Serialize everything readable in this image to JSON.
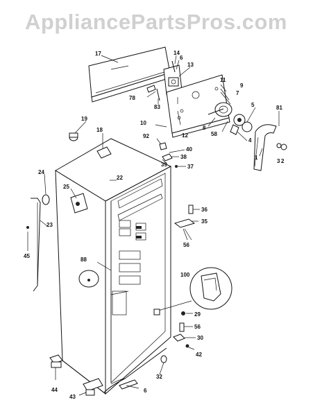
{
  "watermark": "AppliancePartsPros.com",
  "parts": [
    {
      "id": "p17",
      "label": "17"
    },
    {
      "id": "p14",
      "label": "14"
    },
    {
      "id": "p6a",
      "label": "6"
    },
    {
      "id": "p13",
      "label": "13"
    },
    {
      "id": "p78",
      "label": "78"
    },
    {
      "id": "p83",
      "label": "83"
    },
    {
      "id": "p11",
      "label": "11"
    },
    {
      "id": "p9",
      "label": "9"
    },
    {
      "id": "p7",
      "label": "7"
    },
    {
      "id": "p10",
      "label": "10"
    },
    {
      "id": "p12",
      "label": "12"
    },
    {
      "id": "p8",
      "label": "8"
    },
    {
      "id": "p58",
      "label": "58"
    },
    {
      "id": "p5",
      "label": "5"
    },
    {
      "id": "p81",
      "label": "81"
    },
    {
      "id": "p4",
      "label": "4"
    },
    {
      "id": "p1",
      "label": "1"
    },
    {
      "id": "p3",
      "label": "3"
    },
    {
      "id": "p2",
      "label": "2"
    },
    {
      "id": "p19",
      "label": "19"
    },
    {
      "id": "p18",
      "label": "18"
    },
    {
      "id": "p92",
      "label": "92"
    },
    {
      "id": "p40",
      "label": "40"
    },
    {
      "id": "p38",
      "label": "38"
    },
    {
      "id": "p39",
      "label": "39"
    },
    {
      "id": "p37",
      "label": "37"
    },
    {
      "id": "p24",
      "label": "24"
    },
    {
      "id": "p22",
      "label": "22"
    },
    {
      "id": "p25",
      "label": "25"
    },
    {
      "id": "p23",
      "label": "23"
    },
    {
      "id": "p45",
      "label": "45"
    },
    {
      "id": "p36",
      "label": "36"
    },
    {
      "id": "p35",
      "label": "35"
    },
    {
      "id": "p56a",
      "label": "56"
    },
    {
      "id": "p88",
      "label": "88"
    },
    {
      "id": "p100",
      "label": "100"
    },
    {
      "id": "p29",
      "label": "29"
    },
    {
      "id": "p56b",
      "label": "56"
    },
    {
      "id": "p30",
      "label": "30"
    },
    {
      "id": "p42",
      "label": "42"
    },
    {
      "id": "p32",
      "label": "32"
    },
    {
      "id": "p44",
      "label": "44"
    },
    {
      "id": "p6b",
      "label": "6"
    },
    {
      "id": "p43",
      "label": "43"
    }
  ]
}
